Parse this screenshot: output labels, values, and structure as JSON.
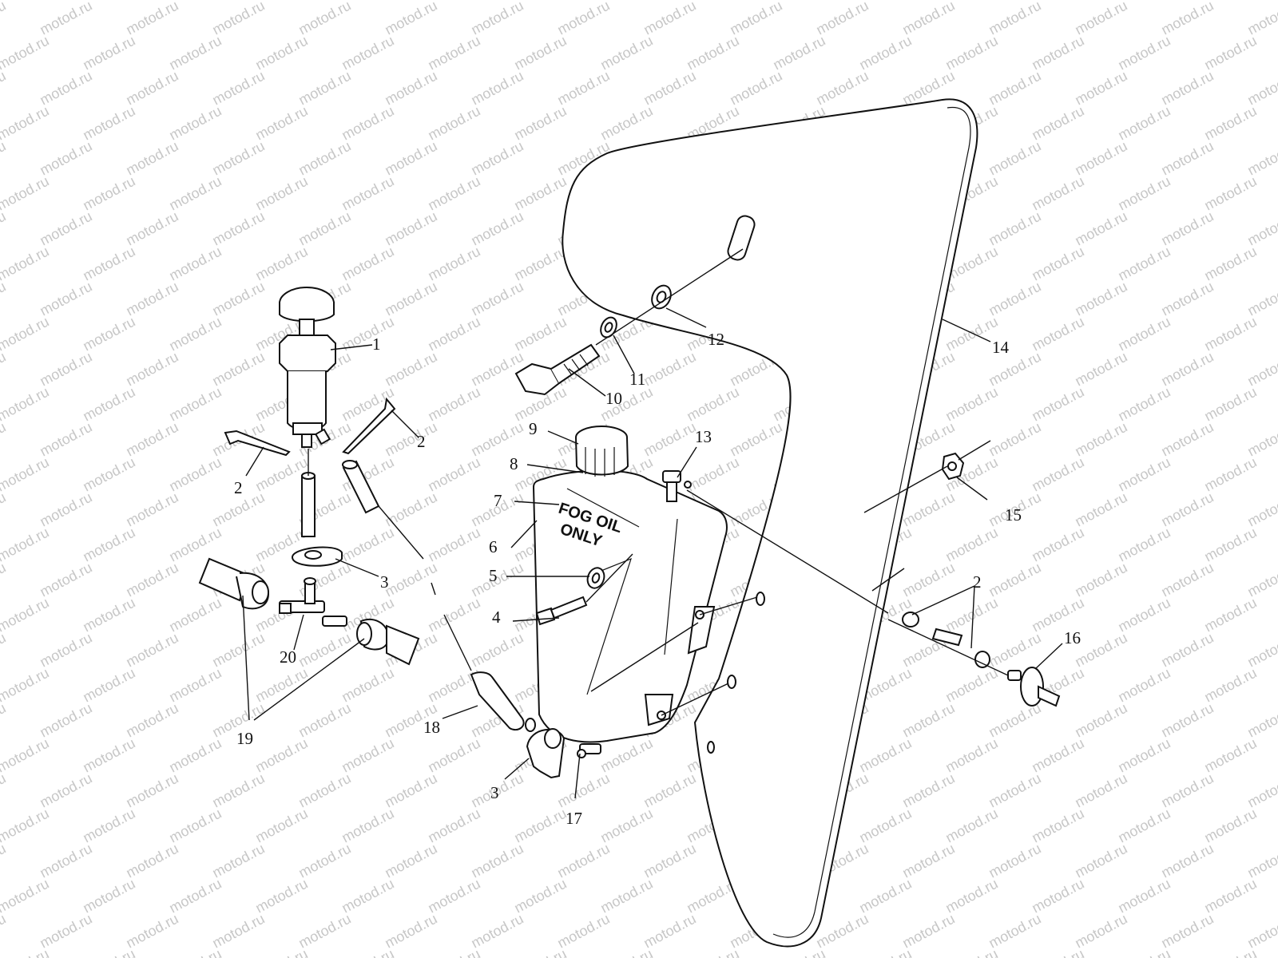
{
  "watermark": {
    "text": "motod.ru",
    "color": "#c7c7c7"
  },
  "diagram": {
    "tank_label": {
      "line1": "FOG OIL",
      "line2": "ONLY"
    },
    "callouts": [
      {
        "id": "c1",
        "text": "1"
      },
      {
        "id": "c2a",
        "text": "2"
      },
      {
        "id": "c2b",
        "text": "2"
      },
      {
        "id": "c2c",
        "text": "2"
      },
      {
        "id": "c3a",
        "text": "3"
      },
      {
        "id": "c3b",
        "text": "3"
      },
      {
        "id": "c4",
        "text": "4"
      },
      {
        "id": "c5",
        "text": "5"
      },
      {
        "id": "c6",
        "text": "6"
      },
      {
        "id": "c7",
        "text": "7"
      },
      {
        "id": "c8",
        "text": "8"
      },
      {
        "id": "c9",
        "text": "9"
      },
      {
        "id": "c10",
        "text": "10"
      },
      {
        "id": "c11",
        "text": "11"
      },
      {
        "id": "c12",
        "text": "12"
      },
      {
        "id": "c13",
        "text": "13"
      },
      {
        "id": "c14",
        "text": "14"
      },
      {
        "id": "c15",
        "text": "15"
      },
      {
        "id": "c16",
        "text": "16"
      },
      {
        "id": "c17",
        "text": "17"
      },
      {
        "id": "c18",
        "text": "18"
      },
      {
        "id": "c19",
        "text": "19"
      },
      {
        "id": "c20",
        "text": "20"
      }
    ]
  }
}
